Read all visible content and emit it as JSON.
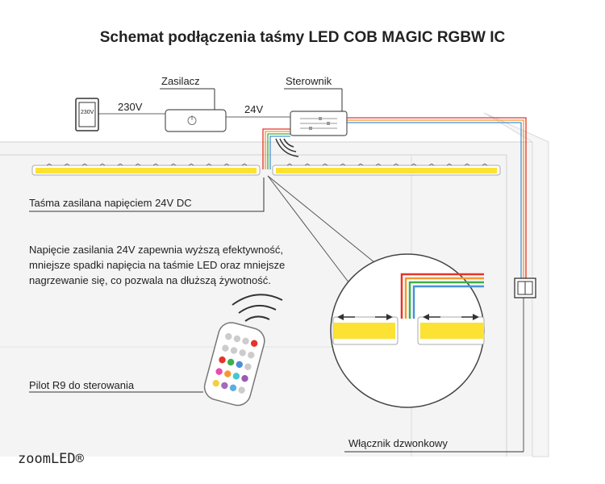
{
  "title": "Schemat podłączenia taśmy LED COB MAGIC RGBW IC",
  "labels": {
    "power_supply": "Zasilacz",
    "controller": "Sterownik",
    "voltage_in": "230V",
    "voltage_out": "24V",
    "socket": "230V",
    "strip": "Taśma zasilana napięciem 24V DC",
    "remote": "Pilot R9 do sterowania",
    "switch": "Włącznik dzwonkowy"
  },
  "description_lines": [
    "Napięcie zasilania 24V zapewnia wyższą efektywność,",
    "mniejsze spadki napięcia na taśmie LED oraz mniejsze",
    "nagrzewanie się, co pozwala na dłuższą żywotność."
  ],
  "brand": "zoomLED®",
  "colors": {
    "led": "#fbe233",
    "wire_red": "#e8322a",
    "wire_orange": "#f39a2b",
    "wire_blue": "#4a90d9",
    "wall": "#f2f2f2",
    "outline": "#444444"
  },
  "icons": [
    "power-button-icon",
    "wireless-signal-icon",
    "remote-control-icon",
    "socket-icon",
    "bell-switch-icon",
    "magnifier-icon"
  ]
}
